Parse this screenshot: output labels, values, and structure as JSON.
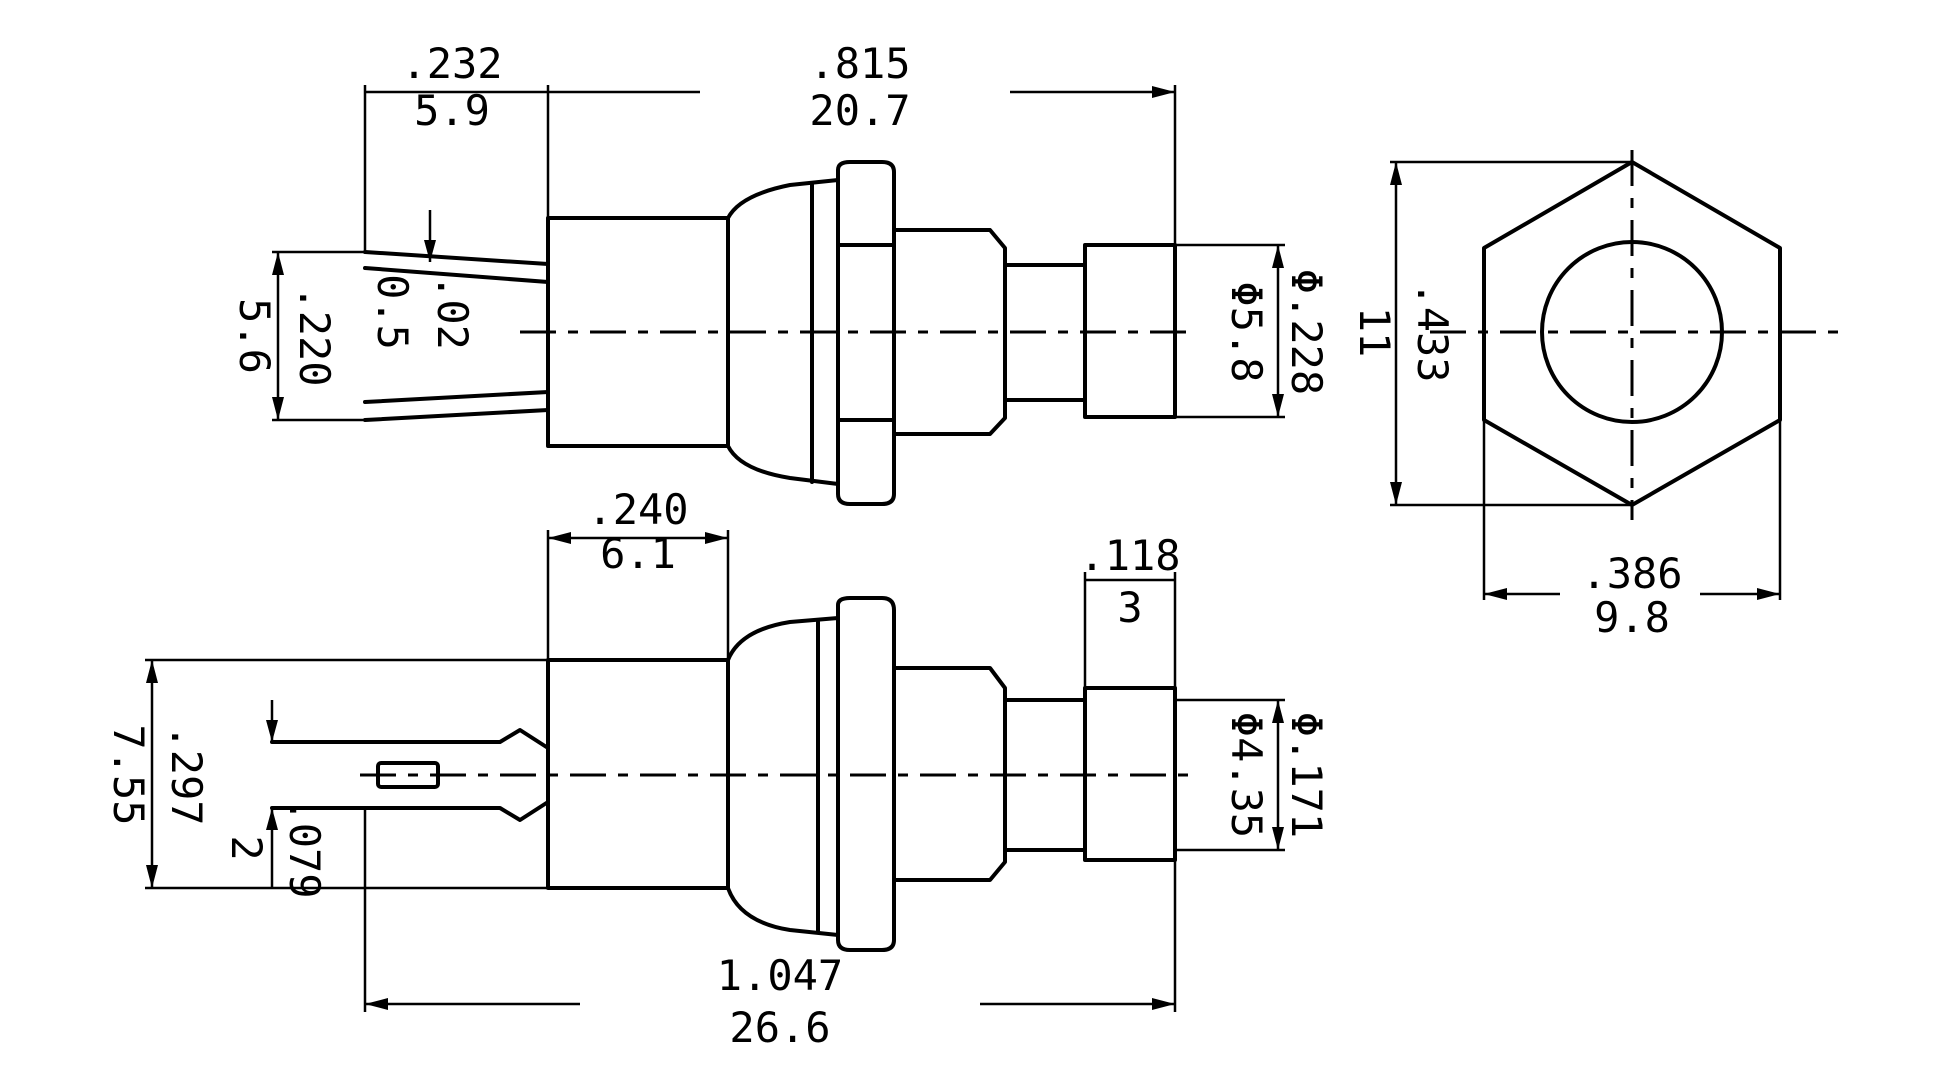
{
  "side_view": {
    "dim_terminal_length": {
      "inch": ".232",
      "mm": "5.9"
    },
    "dim_body_length": {
      "inch": ".815",
      "mm": "20.7"
    },
    "dim_terminal_spacing": {
      "inch": ".220",
      "mm": "5.6"
    },
    "dim_terminal_thickness": {
      "inch": ".02",
      "mm": "0.5"
    },
    "dim_button_diameter": {
      "inch": "Φ.228",
      "mm": "Φ5.8"
    }
  },
  "hex_view": {
    "dim_across_corners": {
      "inch": ".433",
      "mm": "11"
    },
    "dim_across_flats": {
      "inch": ".386",
      "mm": "9.8"
    }
  },
  "top_view": {
    "dim_collar": {
      "inch": ".240",
      "mm": "6.1"
    },
    "dim_button_height": {
      "inch": ".118",
      "mm": "3"
    },
    "dim_body_width": {
      "inch": ".297",
      "mm": "7.55"
    },
    "dim_terminal_width": {
      "inch": ".079",
      "mm": "2"
    },
    "dim_stem_diameter": {
      "inch": "Φ.171",
      "mm": "Φ4.35"
    },
    "dim_overall_length": {
      "inch": "1.047",
      "mm": "26.6"
    }
  }
}
